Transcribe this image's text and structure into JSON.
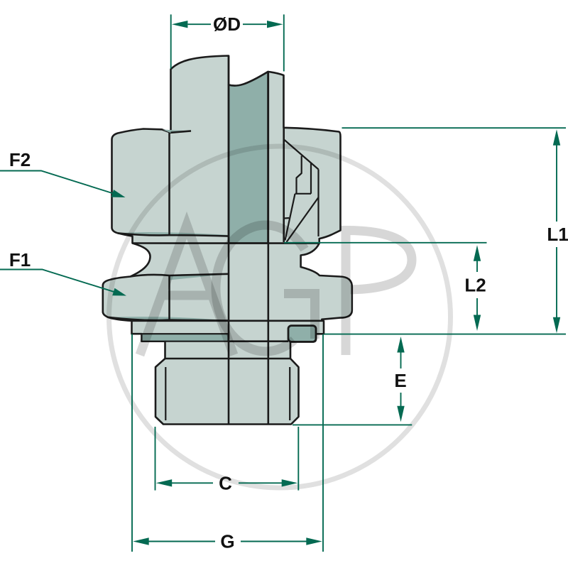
{
  "figure": {
    "type": "technical-drawing",
    "subject": "threaded bulkhead hydraulic fitting, half-section side view with dimension lines",
    "background": "#ffffff",
    "watermark": {
      "text": "AGP",
      "letters": [
        "A",
        "G",
        "P"
      ],
      "shape": "circle-ring"
    },
    "colors": {
      "body_light": "#c6d4d0",
      "body_dark": "#8fafa9",
      "outline": "#1b1b1b",
      "dimension": "#046a52",
      "label_text": "#111111",
      "watermark_gray": "rgba(0,0,0,0.155)",
      "watermark_circle": "rgba(0,0,0,0.12)"
    },
    "labels": {
      "diameter_top": "ØD",
      "wrench_top": "F2",
      "wrench_bottom": "F1",
      "length_overall": "L1",
      "length_middle": "L2",
      "thread_length": "E",
      "thread_width": "C",
      "overall_width": "G"
    },
    "dimension_labels": [
      "ØD",
      "L1",
      "L2",
      "E",
      "C",
      "G"
    ],
    "part_labels": [
      "F2",
      "F1"
    ]
  }
}
